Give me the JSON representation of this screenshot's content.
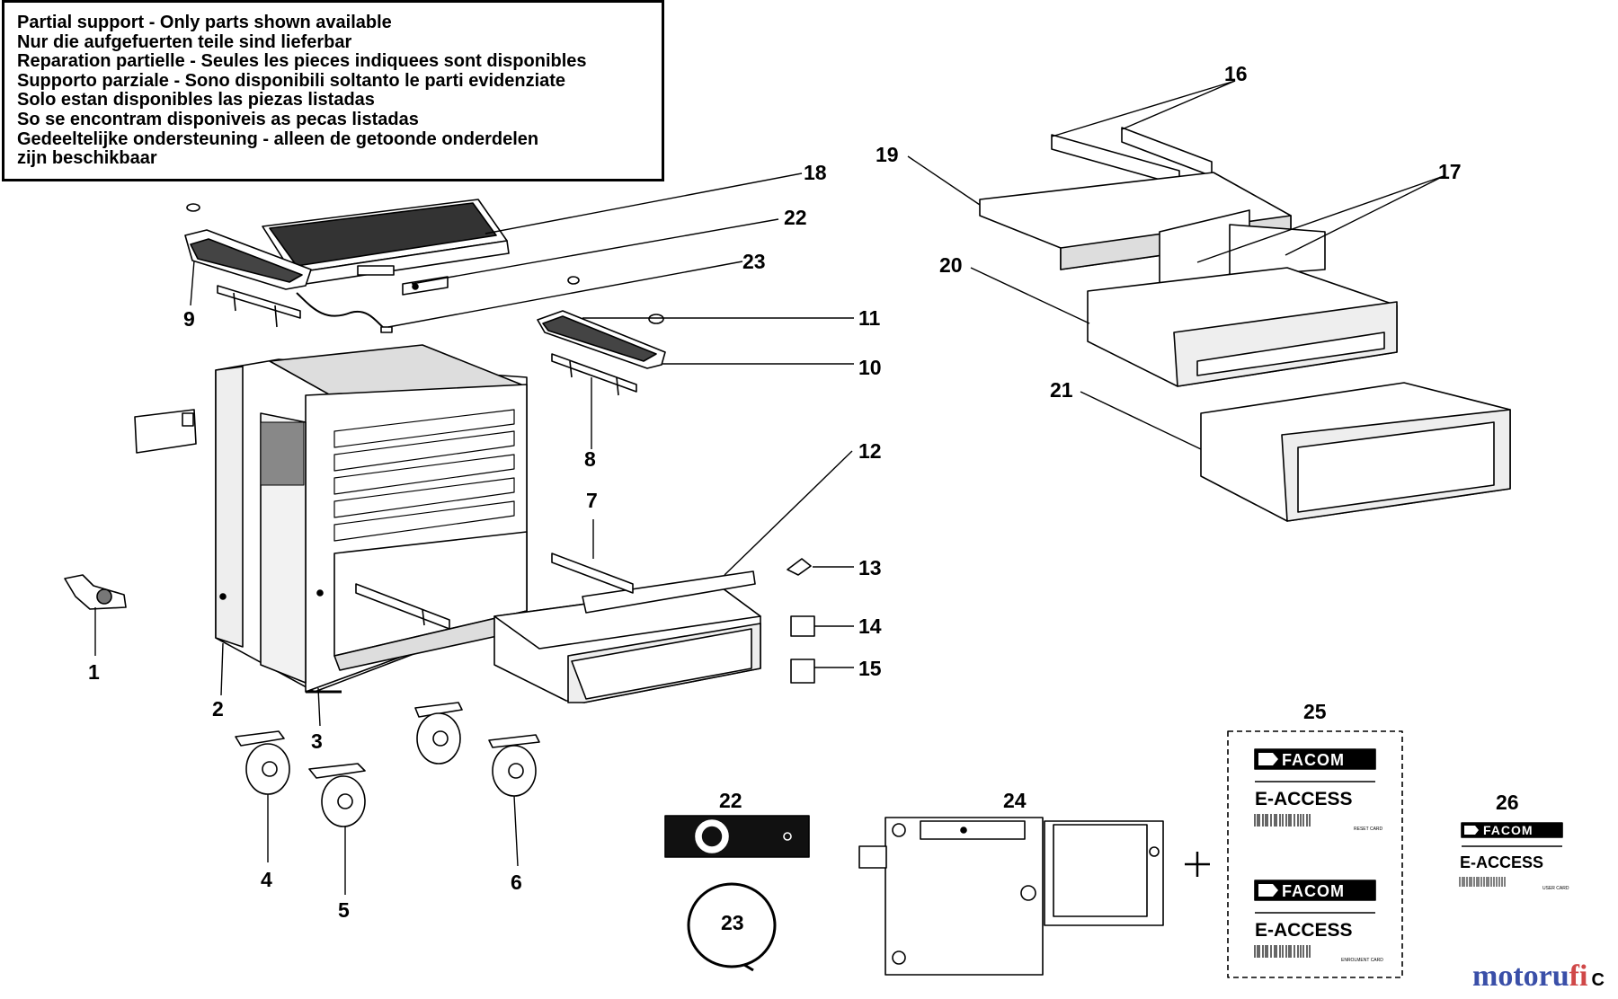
{
  "notice": {
    "lines": [
      "Partial support - Only parts shown available",
      "Nur die aufgefuerten teile sind lieferbar",
      "Reparation partielle - Seules les pieces indiquees sont disponibles",
      "Supporto parziale - Sono disponibili soltanto le parti evidenziate",
      "Solo estan disponibles las piezas listadas",
      "So se encontram disponiveis as pecas listadas",
      "Gedeeltelijke ondersteuning - alleen de getoonde onderdelen",
      "zijn beschikbaar"
    ]
  },
  "parts": {
    "p1": "1",
    "p2": "2",
    "p3": "3",
    "p4": "4",
    "p5": "5",
    "p6": "6",
    "p7": "7",
    "p8": "8",
    "p9": "9",
    "p10": "10",
    "p11": "11",
    "p12": "12",
    "p13": "13",
    "p14": "14",
    "p15": "15",
    "p16": "16",
    "p17": "17",
    "p18": "18",
    "p19": "19",
    "p20": "20",
    "p21": "21",
    "p22a": "22",
    "p23a": "23",
    "p22b": "22",
    "p23b": "23",
    "p24": "24",
    "p25": "25",
    "p26": "26"
  },
  "labels": {
    "brand": "FACOM",
    "e_access": "E-ACCESS",
    "reset_card": "RESET CARD",
    "enrolment_card": "ENROLMENT CARD",
    "user_card": "USER CARD",
    "plus": "+"
  },
  "watermark": {
    "part_a": "motoru",
    "part_b": "fi",
    "suffix": "C"
  },
  "colors": {
    "ink": "#000000",
    "paper": "#ffffff",
    "shade": "#c8c8c8",
    "dark": "#1a1a1a"
  }
}
